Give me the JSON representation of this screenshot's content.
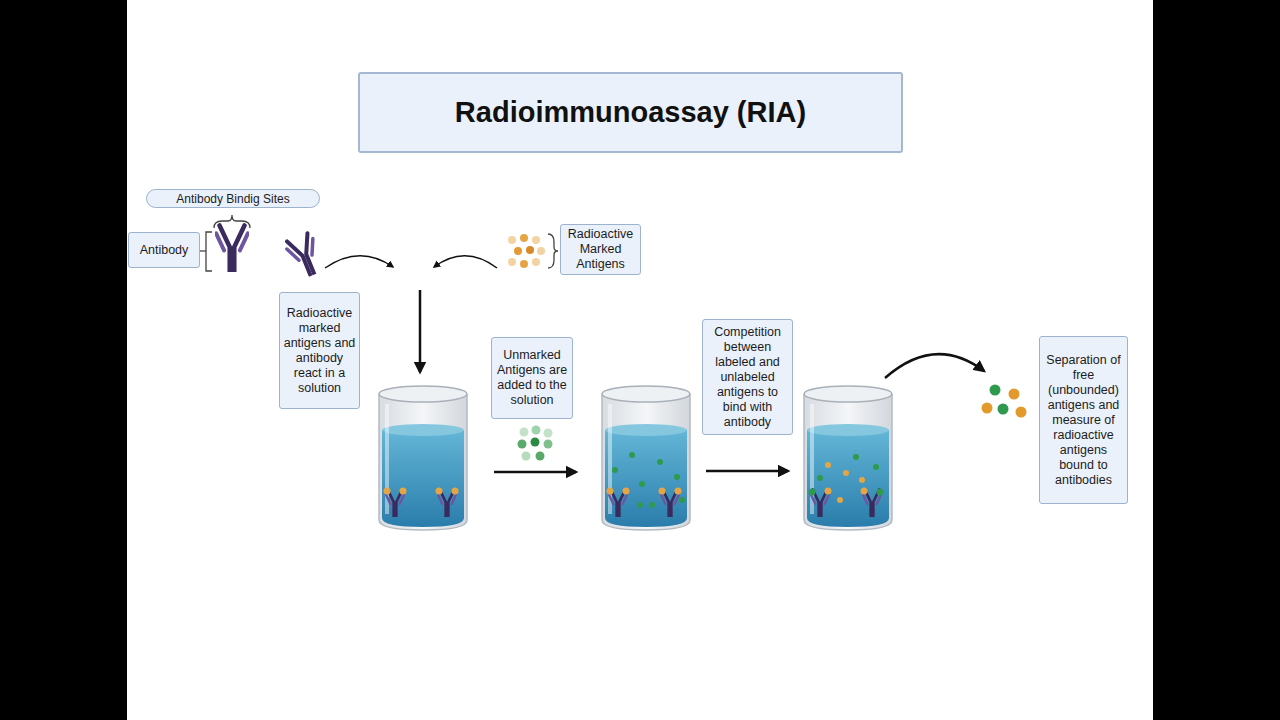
{
  "diagram": {
    "title": "Radioimmunoassay (RIA)",
    "nodes": [
      {
        "text": [
          "Antibody Bindig Sites"
        ]
      },
      {
        "text": [
          "Antibody"
        ]
      },
      {
        "text": [
          "Radioactive Marked Antigens"
        ]
      },
      {
        "text": [
          "Radioactive marked antigens and antibody react in a solution"
        ]
      },
      {
        "text": [
          "Unmarked Antigens are added to the solution"
        ]
      },
      {
        "text": [
          "Competition between labeled and unlabeled antigens to bind with antibody"
        ]
      },
      {
        "text": [
          "Separation of free (unbounded) antigens and measure of radioactive antigens bound to antibodies"
        ]
      }
    ]
  }
}
